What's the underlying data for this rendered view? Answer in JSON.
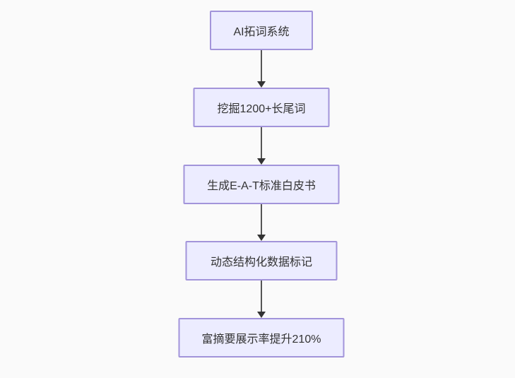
{
  "flowchart": {
    "nodes": [
      {
        "label": "AI拓词系统"
      },
      {
        "label": "挖掘1200+长尾词"
      },
      {
        "label": "生成E-A-T标准白皮书"
      },
      {
        "label": "动态结构化数据标记"
      },
      {
        "label": "富摘要展示率提升210%"
      }
    ],
    "edges": [
      {
        "from": 0,
        "to": 1
      },
      {
        "from": 1,
        "to": 2
      },
      {
        "from": 2,
        "to": 3
      },
      {
        "from": 3,
        "to": 4
      }
    ],
    "colors": {
      "background": "#fafafa",
      "node_fill": "#ececff",
      "node_border": "#9370db",
      "arrow_line": "#555555",
      "arrow_head": "#333333",
      "text": "#333333"
    }
  }
}
